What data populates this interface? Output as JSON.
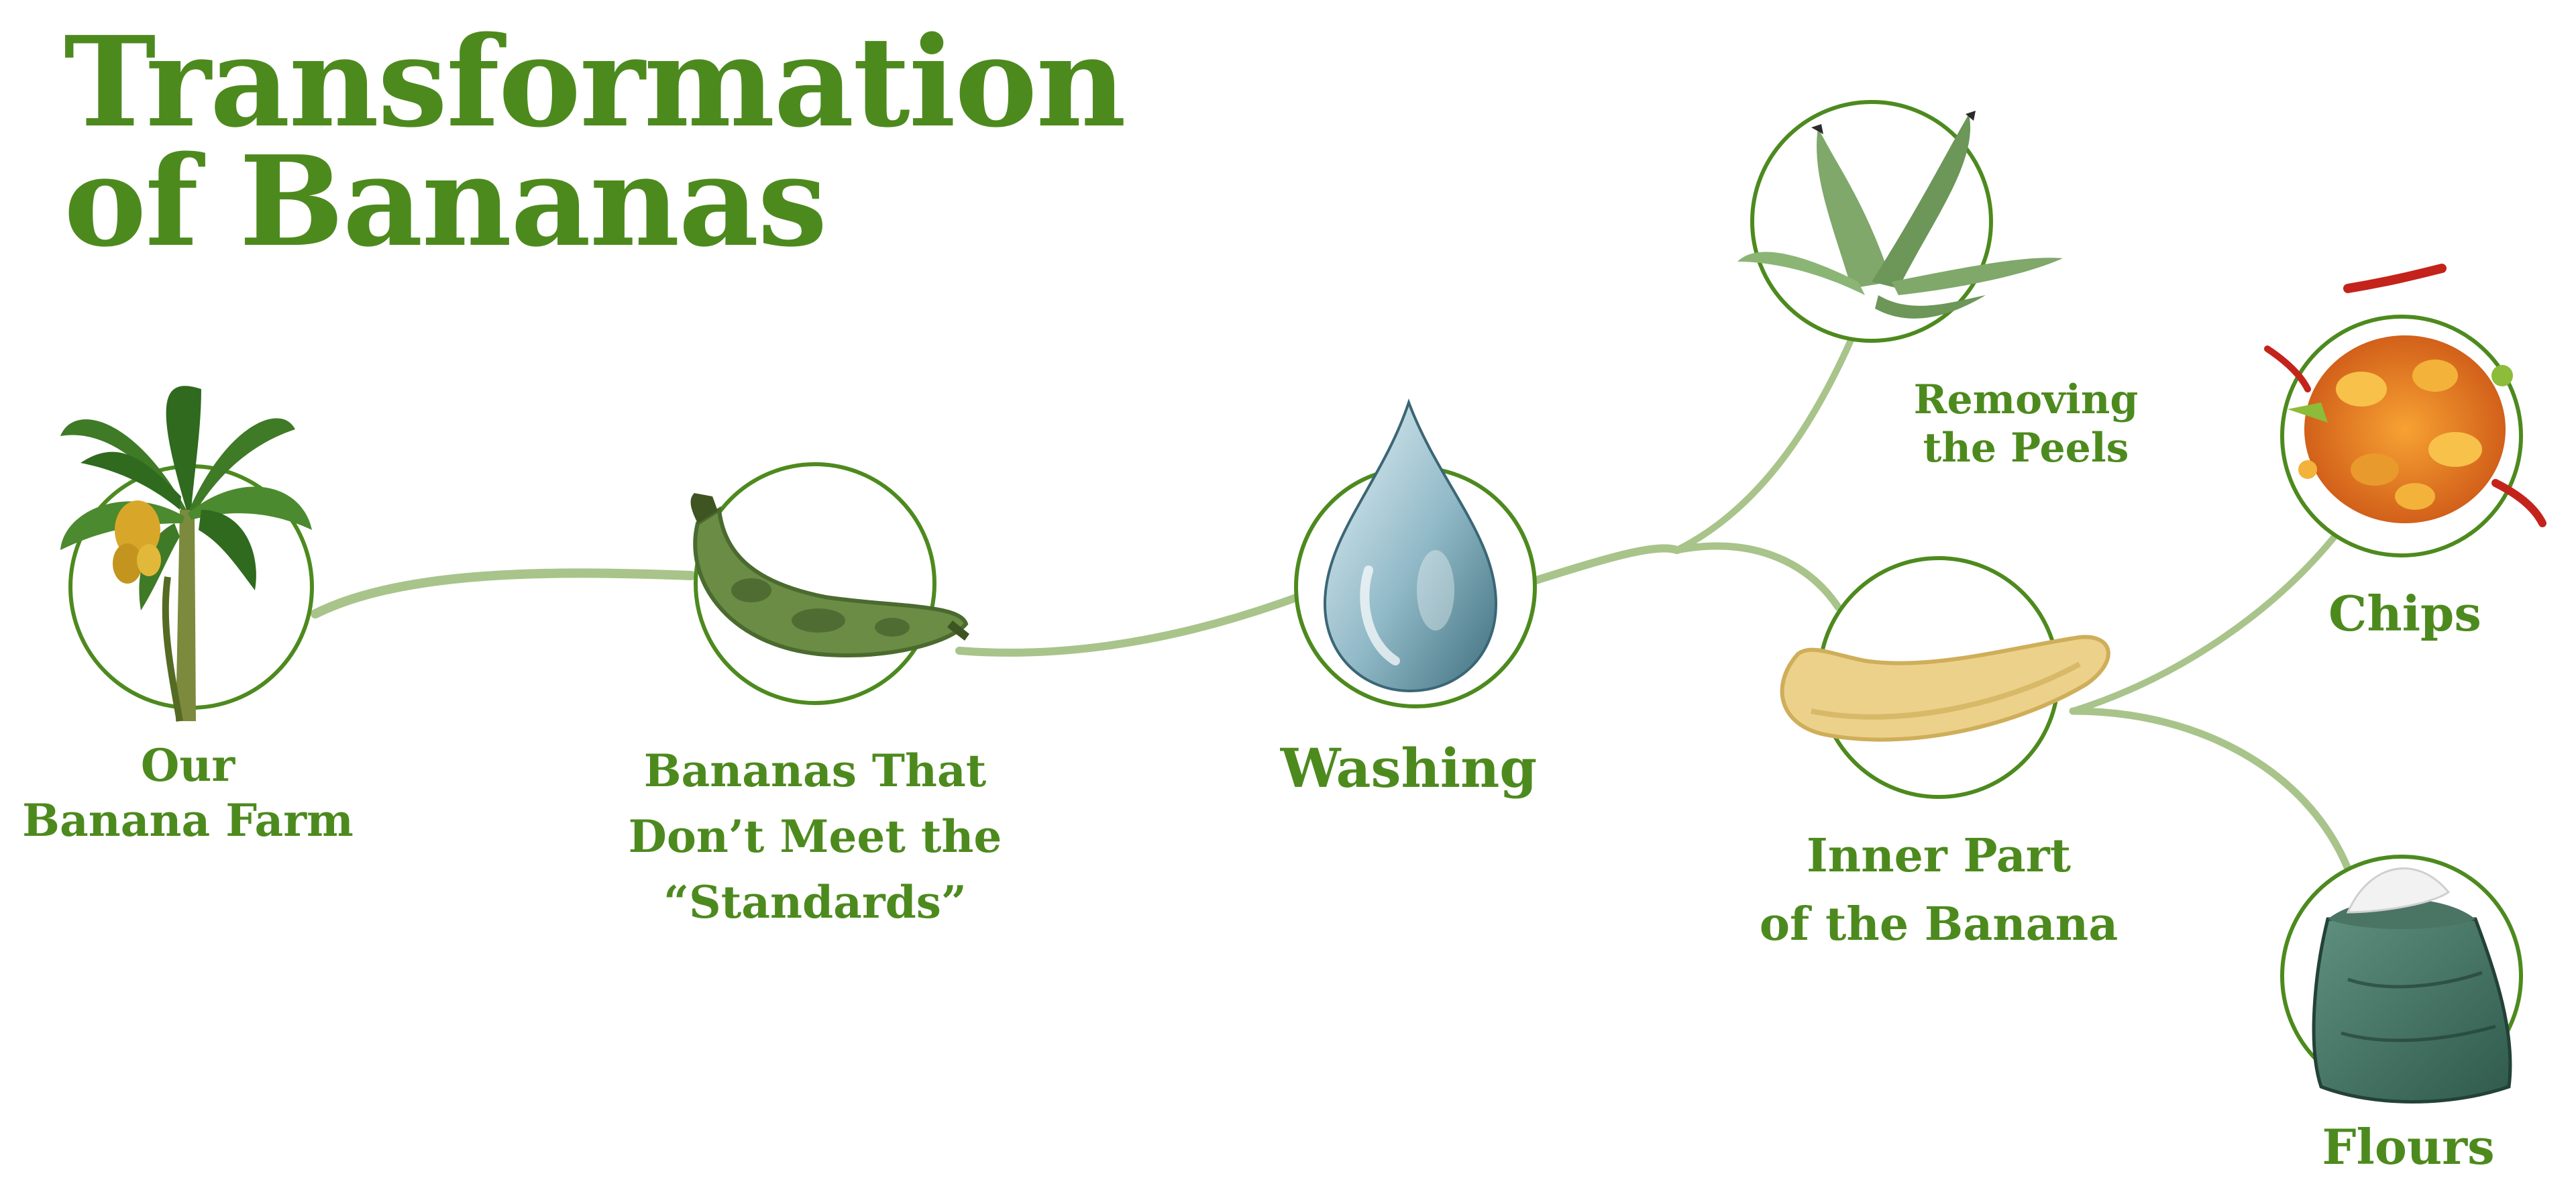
{
  "title": {
    "line1": "Transformation",
    "line2": "of Bananas"
  },
  "colors": {
    "brand_green": "#4d8a1e",
    "stem": "#a8c48a",
    "ring": "#4d8a1e"
  },
  "nodes": [
    {
      "id": "farm",
      "icon": "banana-tree-icon",
      "label_lines": [
        "Our",
        "Banana Farm"
      ]
    },
    {
      "id": "standards",
      "icon": "green-banana-icon",
      "label_lines": [
        "Bananas That",
        "Don’t Meet the",
        "“Standards”"
      ]
    },
    {
      "id": "washing",
      "icon": "water-drop-icon",
      "label_lines": [
        "Washing"
      ]
    },
    {
      "id": "peels",
      "icon": "banana-peel-icon",
      "label_lines": [
        "Removing",
        "the Peels"
      ]
    },
    {
      "id": "inner",
      "icon": "peeled-banana-icon",
      "label_lines": [
        "Inner Part",
        "of the Banana"
      ]
    },
    {
      "id": "chips",
      "icon": "chips-icon",
      "label_lines": [
        "Chips"
      ]
    },
    {
      "id": "flours",
      "icon": "flour-sack-icon",
      "label_lines": [
        "Flours"
      ]
    }
  ]
}
